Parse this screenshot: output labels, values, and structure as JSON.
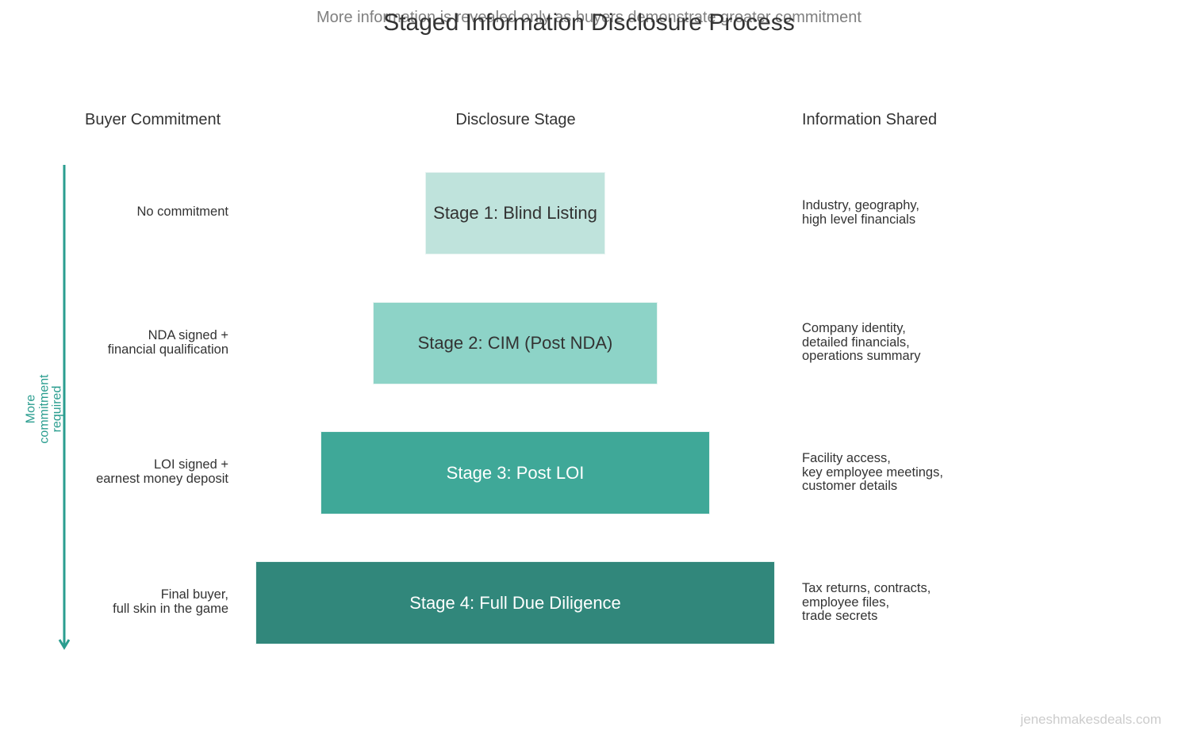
{
  "title": "Staged Information Disclosure Process",
  "subtitle": "More information is revealed only as buyers demonstrate greater commitment",
  "headers": {
    "commitment": "Buyer Commitment",
    "stage": "Disclosure Stage",
    "info": "Information Shared"
  },
  "axis": {
    "label": "More\ncommitment\nrequired",
    "color": "#2a9d8f"
  },
  "stages": [
    {
      "label": "Stage 1: Blind Listing",
      "commitment": "No commitment",
      "info": "Industry, geography,\nhigh level financials",
      "fill": "#bfe3dc",
      "text_color": "#333333"
    },
    {
      "label": "Stage 2: CIM (Post NDA)",
      "commitment": "NDA signed +\nfinancial qualification",
      "info": "Company identity,\ndetailed financials,\noperations summary",
      "fill": "#8dd3c7",
      "text_color": "#333333"
    },
    {
      "label": "Stage 3: Post LOI",
      "commitment": "LOI signed +\nearnest money deposit",
      "info": "Facility access,\nkey employee meetings,\ncustomer details",
      "fill": "#3fa898",
      "text_color": "#ffffff"
    },
    {
      "label": "Stage 4: Full Due Diligence",
      "commitment": "Final buyer,\nfull skin in the game",
      "info": "Tax returns, contracts,\nemployee files,\ntrade secrets",
      "fill": "#31877b",
      "text_color": "#ffffff"
    }
  ],
  "watermark": "jeneshmakesdeals.com"
}
